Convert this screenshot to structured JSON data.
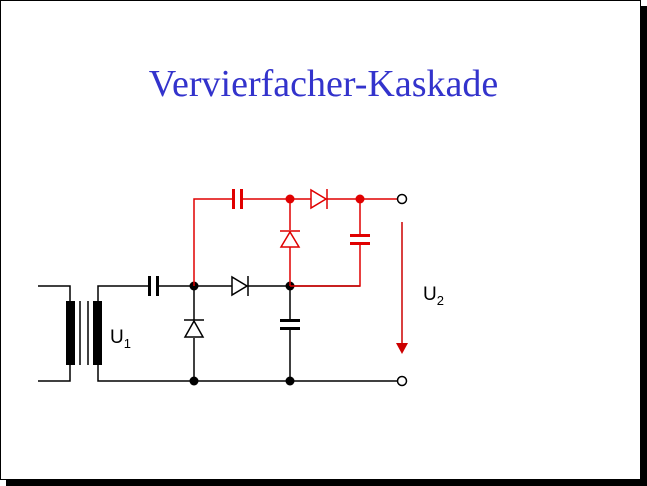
{
  "title": "Vervierfacher-Kaskade",
  "labels": {
    "u1": {
      "main": "U",
      "sub": "1"
    },
    "u2": {
      "main": "U",
      "sub": "2"
    }
  },
  "colors": {
    "title": "#3333cc",
    "base_circuit": "#000000",
    "added_stage": "#e00000"
  }
}
